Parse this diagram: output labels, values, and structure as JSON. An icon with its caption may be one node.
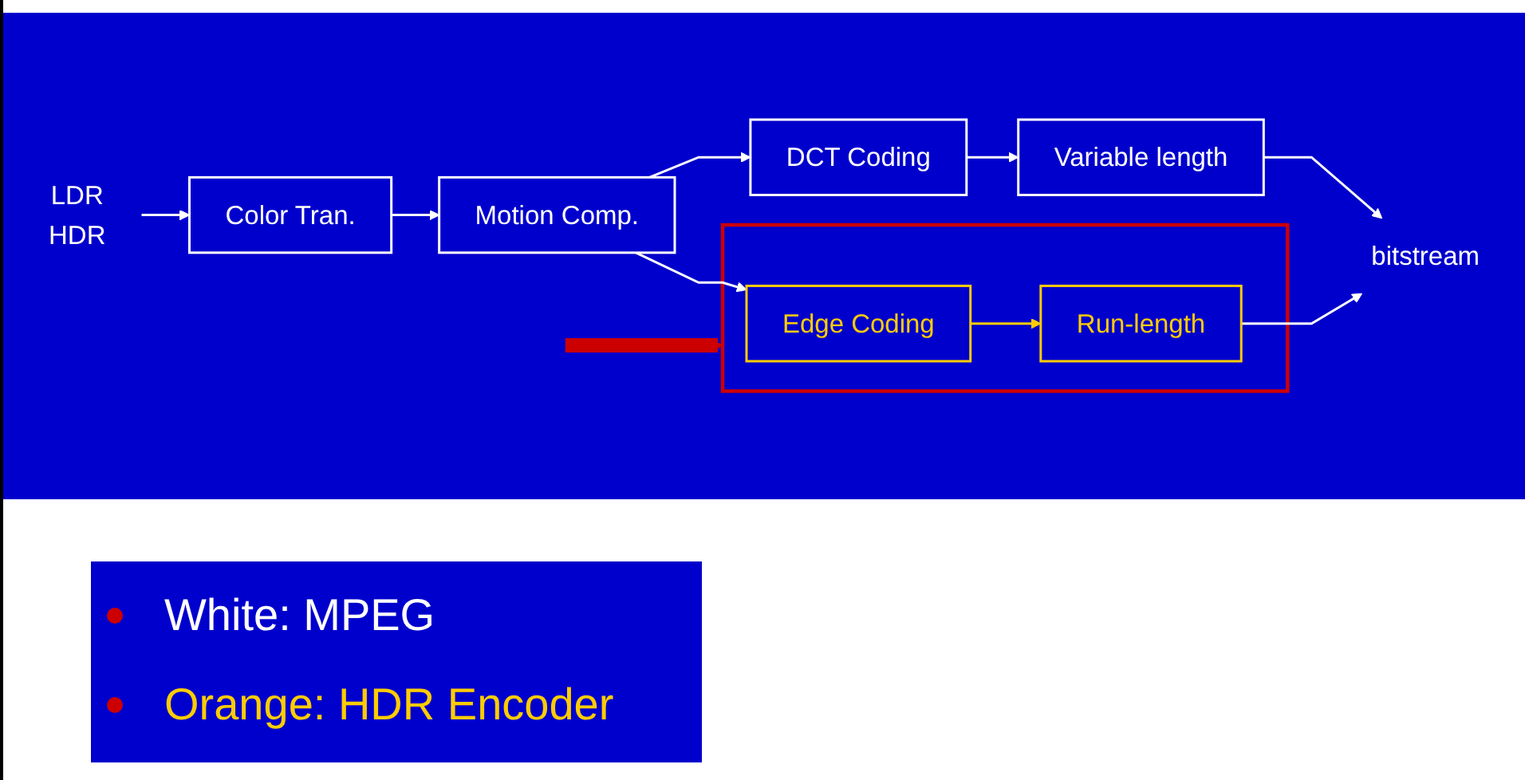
{
  "diagram": {
    "nodes": [
      {
        "text": [
          "LDR",
          "HDR"
        ]
      },
      {
        "text": [
          "Color Tran."
        ]
      },
      {
        "text": [
          "Motion Comp."
        ]
      },
      {
        "text": [],
        "shape": "box"
      },
      {
        "text": [
          "DCT Coding"
        ]
      },
      {
        "text": [
          "Variable length"
        ]
      },
      {
        "text": [
          "Edge Coding"
        ],
        "in": 3
      },
      {
        "text": [
          "Run-length"
        ],
        "in": 3
      },
      {
        "text": [
          "bitstream"
        ]
      }
    ],
    "edges": [
      {
        "from": 0,
        "to": 1,
        "arrow": "to"
      },
      {
        "from": 1,
        "to": 2,
        "arrow": "to"
      },
      {
        "from": 2,
        "to": 4,
        "arrow": "to"
      },
      {
        "from": 2,
        "to": 6,
        "arrow": "to"
      },
      {
        "from": 4,
        "to": 5,
        "arrow": "to"
      },
      {
        "from": 6,
        "to": 7,
        "arrow": "to",
        "color": "#ffcc00"
      },
      {
        "from": 5,
        "to": 8,
        "arrow": "to"
      },
      {
        "from": 7,
        "to": 8,
        "arrow": "to"
      },
      {
        "from": null,
        "to": 3,
        "arrow": "to",
        "style": "thick",
        "color": "#cc0000"
      }
    ],
    "legend": [
      {
        "text": "White: MPEG",
        "color": "#ffffff"
      },
      {
        "text": "Orange: HDR Encoder",
        "color": "#ffcc00"
      }
    ]
  }
}
